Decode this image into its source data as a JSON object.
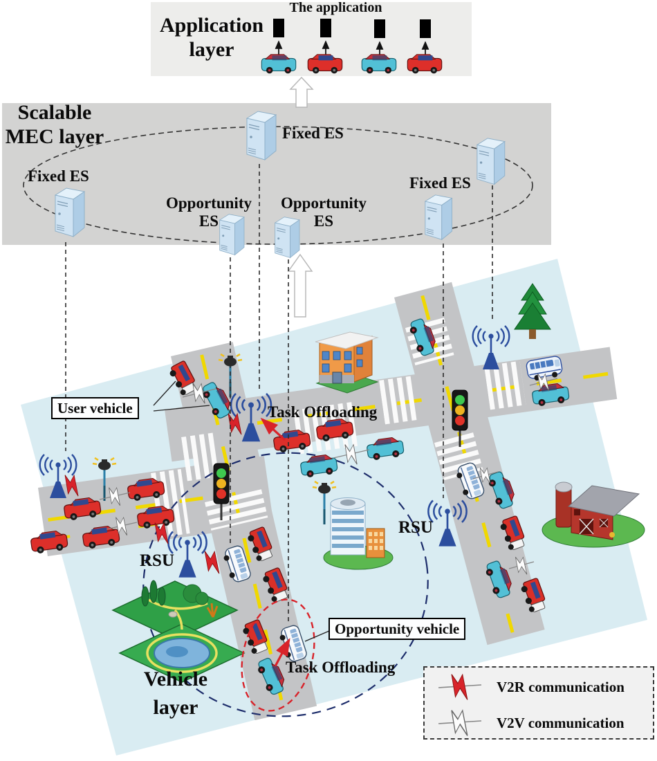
{
  "app_layer": {
    "title": "The application",
    "label_line1": "Application",
    "label_line2": "layer"
  },
  "mec_layer": {
    "label_line1": "Scalable",
    "label_line2": "MEC layer",
    "fixed_es": "Fixed ES",
    "opportunity_line1": "Opportunity",
    "opportunity_line2": "ES"
  },
  "vehicle_layer": {
    "label_line1": "Vehicle",
    "label_line2": "layer",
    "user_vehicle": "User vehicle",
    "opportunity_vehicle": "Opportunity vehicle",
    "task_offloading": "Task Offloading",
    "rsu": "RSU"
  },
  "legend": {
    "v2r": "V2R communication",
    "v2v": "V2V communication"
  },
  "icons": {
    "rsu": "antenna-tower-icon",
    "es_server": "server-tower-icon",
    "v2r": "red-lightning-icon",
    "v2v": "white-lightning-icon",
    "offload": "up-arrow-icon"
  },
  "colors": {
    "app_bg": "#ededeb",
    "mec_bg": "#d3d3d2",
    "vehicle_bg": "#d9ecf2",
    "road": "#c3c4c6",
    "rsu_blue": "#2c4e9e",
    "v2r_red": "#d8232a",
    "dash_navy": "#1d2d6b",
    "lane_yellow": "#f0d800"
  }
}
